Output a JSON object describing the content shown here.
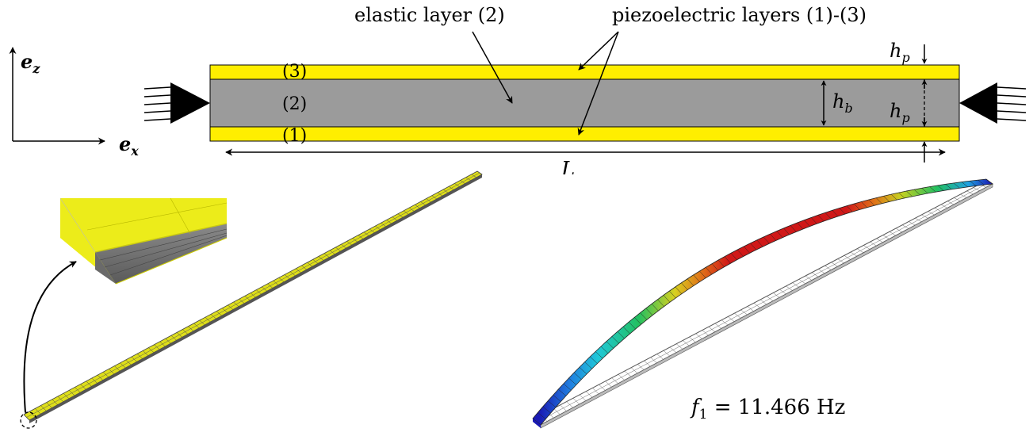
{
  "labels": {
    "elastic_layer": "elastic layer (2)",
    "piezo_layers": "piezoelectric layers (1)-(3)",
    "layer3": "(3)",
    "layer2": "(2)",
    "layer1": "(1)",
    "axis_z_base": "e",
    "axis_z_sub": "z",
    "axis_x_base": "e",
    "axis_x_sub": "x",
    "h_p_top_base": "h",
    "h_p_top_sub": "p",
    "h_b_base": "h",
    "h_b_sub": "b",
    "h_p_bot_base": "h",
    "h_p_bot_sub": "p",
    "length": "L",
    "freq_base": "f",
    "freq_sub": "1",
    "freq_value": " = 11.466 Hz"
  },
  "colors": {
    "piezo": "#ffee00",
    "elastic": "#9b9b9b",
    "mesh_yellow": "#dede1a",
    "mesh_gray": "#7a7a7a",
    "mode_colormap": [
      "#1a1ab4",
      "#20a0e0",
      "#22c060",
      "#e0d020",
      "#e07018",
      "#d01818"
    ]
  }
}
